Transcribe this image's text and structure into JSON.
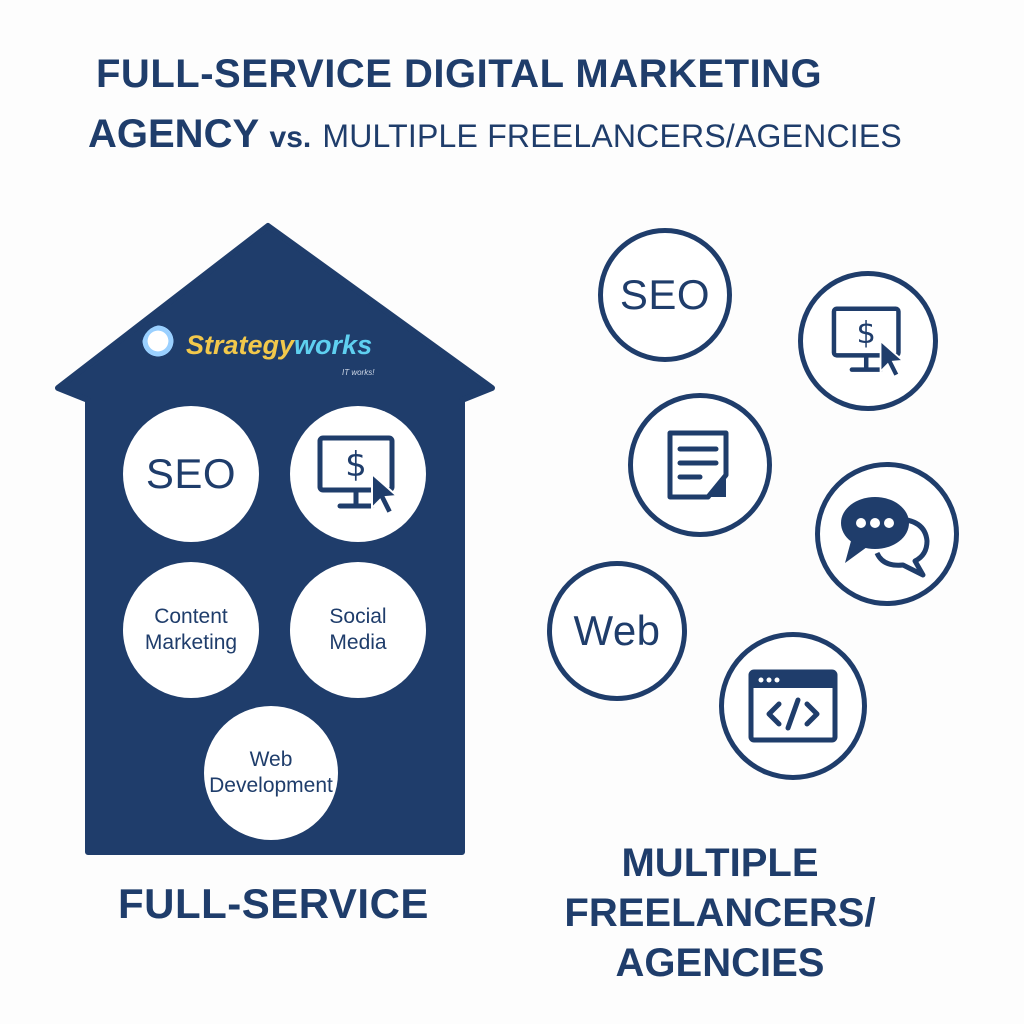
{
  "title": {
    "line1": "FULL-SERVICE DIGITAL MARKETING",
    "line2_main": "AGENCY",
    "line2_vs": "vs.",
    "line2_rest": "MULTIPLE FREELANCERS/AGENCIES"
  },
  "logo": {
    "part1": "Strategy",
    "part2": "works",
    "tagline": "IT works!"
  },
  "full_service": {
    "label": "FULL-SERVICE",
    "services": {
      "seo": "SEO",
      "content_line1": "Content",
      "content_line2": "Marketing",
      "social_line1": "Social",
      "social_line2": "Media",
      "web_line1": "Web",
      "web_line2": "Development"
    }
  },
  "freelancers": {
    "label_line1": "MULTIPLE",
    "label_line2": "FREELANCERS/",
    "label_line3": "AGENCIES",
    "seo": "SEO",
    "web": "Web"
  },
  "colors": {
    "navy": "#1f3d6b",
    "background": "#fdfdfd",
    "logo_yellow": "#f2c84b",
    "logo_cyan": "#5fd0f0"
  },
  "icons": [
    "monitor-dollar-cursor-icon",
    "document-edit-icon",
    "chat-bubbles-icon",
    "code-window-icon"
  ]
}
